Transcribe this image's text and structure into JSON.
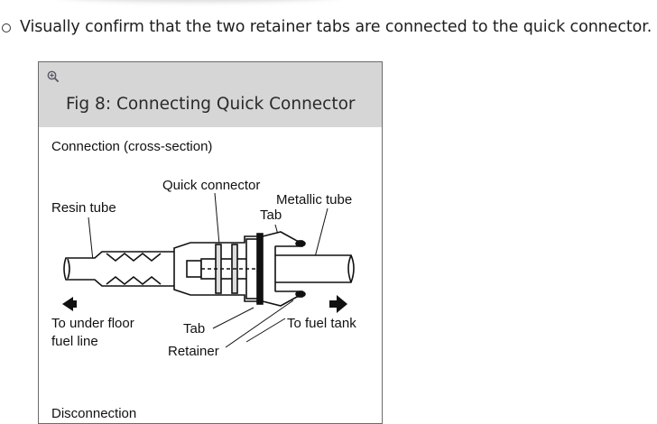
{
  "instruction": {
    "text": "Visually confirm that the two retainer tabs are connected to the quick connector."
  },
  "figure": {
    "title": "Fig 8: Connecting Quick Connector",
    "zoom_icon": "zoom-in-icon",
    "diagram": {
      "section_label": "Connection (cross-section)",
      "labels": {
        "quick_connector": "Quick connector",
        "resin_tube": "Resin tube",
        "metallic_tube": "Metallic tube",
        "tab_top": "Tab",
        "tab_bottom": "Tab",
        "to_under_floor_1": "To under floor",
        "to_under_floor_2": "fuel line",
        "to_fuel_tank": "To fuel tank",
        "retainer": "Retainer",
        "next_section_partial": "Disconnection"
      }
    }
  }
}
